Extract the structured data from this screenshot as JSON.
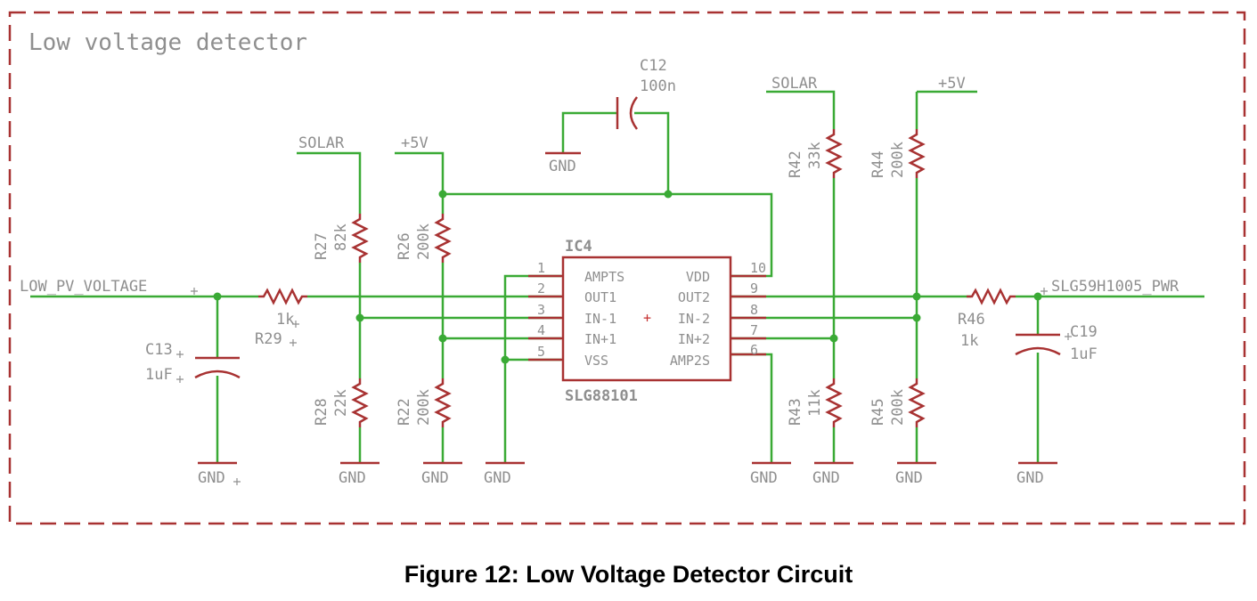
{
  "title": "Low voltage detector",
  "caption": "Figure 12: Low Voltage Detector Circuit",
  "colors": {
    "wire": "#3aaa35",
    "part": "#a83232",
    "text": "#8f8f8f"
  },
  "nets": {
    "input": "LOW_PV_VOLTAGE",
    "output": "SLG59H1005_PWR",
    "solar_left": "SOLAR",
    "solar_right": "SOLAR",
    "vcc_left": "+5V",
    "vcc_right": "+5V",
    "gnd": "GND"
  },
  "ic": {
    "ref": "IC4",
    "part": "SLG88101",
    "center_mark": "+",
    "pins_left": [
      {
        "num": "1",
        "name": "AMPTS"
      },
      {
        "num": "2",
        "name": "OUT1"
      },
      {
        "num": "3",
        "name": "IN-1"
      },
      {
        "num": "4",
        "name": "IN+1"
      },
      {
        "num": "5",
        "name": "VSS"
      }
    ],
    "pins_right": [
      {
        "num": "10",
        "name": "VDD"
      },
      {
        "num": "9",
        "name": "OUT2"
      },
      {
        "num": "8",
        "name": "IN-2"
      },
      {
        "num": "7",
        "name": "IN+2"
      },
      {
        "num": "6",
        "name": "AMP2S"
      }
    ]
  },
  "components": {
    "c12": {
      "ref": "C12",
      "value": "100n"
    },
    "c13": {
      "ref": "C13",
      "value": "1uF"
    },
    "c19": {
      "ref": "C19",
      "value": "1uF"
    },
    "r29": {
      "ref": "R29",
      "value": "1k"
    },
    "r46": {
      "ref": "R46",
      "value": "1k"
    },
    "r27": {
      "ref": "R27",
      "value": "82k"
    },
    "r28": {
      "ref": "R28",
      "value": "22k"
    },
    "r26": {
      "ref": "R26",
      "value": "200k"
    },
    "r22": {
      "ref": "R22",
      "value": "200k"
    },
    "r42": {
      "ref": "R42",
      "value": "33k"
    },
    "r43": {
      "ref": "R43",
      "value": "11k"
    },
    "r44": {
      "ref": "R44",
      "value": "200k"
    },
    "r45": {
      "ref": "R45",
      "value": "200k"
    }
  }
}
